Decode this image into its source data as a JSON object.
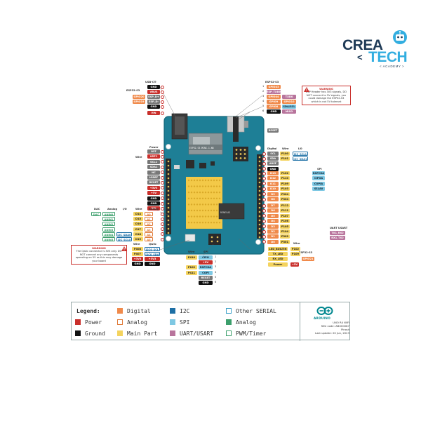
{
  "brand": {
    "line1": "CREA",
    "line2": "TECH",
    "sub": "< ACADEMY >",
    "colors": {
      "text": "#1f3b57",
      "accent": "#33aee0"
    },
    "mascot_icon": "robot-icon"
  },
  "board": {
    "module_label": "ESP32-S3-MINI-1-N8",
    "chip_label": "RENESAS",
    "colors": {
      "pcb": "#1e7f96",
      "edge": "#15677a",
      "matrix": "#f3c948"
    }
  },
  "left_top": {
    "usbc_header": "USB-C®",
    "esp32_header": "ESP32-S3",
    "power_header": "Power",
    "wire_header": "Wire",
    "pins": [
      {
        "t": "GND",
        "c": "black"
      },
      {
        "t": "VBUS",
        "c": "red"
      },
      {
        "t": "ESP_D+",
        "c": "gray"
      },
      {
        "t": "ESP_D-",
        "c": "gray"
      },
      {
        "t": "GND",
        "c": "black"
      },
      {
        "t": "VIN",
        "c": "red"
      }
    ],
    "esp_tags": [
      {
        "t": "GPIO20",
        "c": "orange"
      },
      {
        "t": "GPIO19",
        "c": "orange"
      }
    ],
    "power_pins": [
      {
        "t": "OFF",
        "c": "gray"
      },
      {
        "t": "VRTC",
        "c": "red"
      },
      {
        "t": "SCL1",
        "c": "gray"
      },
      {
        "t": "SDA1",
        "c": "gray"
      },
      {
        "t": "NC",
        "c": "gray"
      },
      {
        "t": "IOREF",
        "c": "gray"
      },
      {
        "t": "RESET",
        "c": "gray"
      },
      {
        "t": "+3V3",
        "c": "red"
      },
      {
        "t": "+5V",
        "c": "red"
      },
      {
        "t": "GND",
        "c": "black"
      },
      {
        "t": "GND",
        "c": "black"
      },
      {
        "t": "VIN",
        "c": "red"
      }
    ]
  },
  "analog": {
    "headers": [
      "DAC",
      "Analog",
      "I/O",
      "Wire",
      "Analog"
    ],
    "rows": [
      {
        "dac": "DAC",
        "an": "ANIN0",
        "io": "D14",
        "wire": "",
        "a": "A0"
      },
      {
        "dac": "",
        "an": "ANIN1",
        "io": "D15",
        "wire": "",
        "a": "A1"
      },
      {
        "dac": "",
        "an": "ANIN2",
        "io": "D16",
        "wire": "",
        "a": "A2"
      },
      {
        "dac": "",
        "an": "ANIN3",
        "io": "D17",
        "wire": "",
        "a": "A3"
      },
      {
        "dac": "",
        "an": "ANIN4",
        "io": "D18",
        "wire": "I2C_SDA0",
        "a": "A4"
      },
      {
        "dac": "",
        "an": "ANIN5",
        "io": "D19",
        "wire": "I2C_SCL0",
        "a": "A5"
      }
    ]
  },
  "left_warning": {
    "title": "WARNING",
    "text": "The Qwiic connector is 3V3 only. DO NOT connect any components operating on 5V as this may damage your board"
  },
  "qwiic": {
    "headers": [
      "Wire",
      "Qwiic"
    ],
    "pins": [
      {
        "w": "P408",
        "q": "I2C0_SCL"
      },
      {
        "w": "P407",
        "q": "I2C0_SDA"
      },
      {
        "w": "+3V3",
        "q": "+3V3"
      },
      {
        "w": "GND",
        "q": "GND"
      }
    ]
  },
  "icsp": {
    "headers": [
      "Wire",
      "SPI"
    ],
    "rows": [
      {
        "w": "P410",
        "s": "CIPO",
        "n": "1"
      },
      {
        "w": "",
        "s": "+5V",
        "n": "2"
      },
      {
        "w": "P102",
        "s": "RSPCKA",
        "n": "3"
      },
      {
        "w": "P411",
        "s": "COPI",
        "n": "4"
      },
      {
        "w": "",
        "s": "RESET",
        "n": "5"
      },
      {
        "w": "",
        "s": "GND",
        "n": "6"
      }
    ]
  },
  "right_top": {
    "header": "ESP32-S3",
    "pins": [
      {
        "n": "1",
        "t": "GPIO43",
        "c": "orange"
      },
      {
        "n": "2",
        "t": "ESP_TXD0",
        "c": "purple"
      },
      {
        "n": "3",
        "t": "GPIO44",
        "c": "orange"
      },
      {
        "n": "4",
        "t": "GPIO9",
        "c": "orange"
      },
      {
        "n": "5",
        "t": "GPIO8",
        "c": "orange"
      },
      {
        "n": "6",
        "t": "GND",
        "c": "black"
      }
    ],
    "side_tags": [
      {
        "t": "TXD0",
        "c": "purple"
      },
      {
        "t": "GPIO10",
        "c": "orange"
      },
      {
        "t": "SDA/SCL",
        "c": "lightblue"
      },
      {
        "t": "MISO",
        "c": "purple"
      }
    ]
  },
  "right_warning": {
    "title": "WARNING",
    "text": "ESP Header has 3V3 signals, DO NOT connect to 5V signals, you could damage the ESP32-S3 which is not 5V tolerant"
  },
  "reset_label": "RESET",
  "digital": {
    "headers": [
      "Digital",
      "Wire",
      "I/O"
    ],
    "top_pins": [
      {
        "t": "SCL",
        "c": "gray",
        "w": "P100",
        "i": "I2C_SCL1"
      },
      {
        "t": "SDA",
        "c": "gray",
        "w": "P101",
        "i": "I2C_SDA1"
      },
      {
        "t": "AREF",
        "c": "gray",
        "w": "",
        "i": ""
      },
      {
        "t": "GND",
        "c": "black",
        "w": "",
        "i": ""
      }
    ],
    "spi_header": "SPI",
    "spi_pins": [
      {
        "d": "D13",
        "p": "P102",
        "s": "RSPCKA"
      },
      {
        "d": "D12",
        "p": "P110",
        "s": "CIPOA"
      },
      {
        "d": "D11",
        "p": "P109",
        "s": "COPIA"
      },
      {
        "d": "D10",
        "p": "P103",
        "s": "SSLA0"
      },
      {
        "d": "D9",
        "p": "P304",
        "s": ""
      },
      {
        "d": "D8",
        "p": "P304",
        "s": ""
      }
    ],
    "low_pins": [
      {
        "d": "D7",
        "p": "P112"
      },
      {
        "d": "D6",
        "p": "P111"
      },
      {
        "d": "D5",
        "p": "P107"
      },
      {
        "d": "D4",
        "p": "P106"
      },
      {
        "d": "D3",
        "p": "P105"
      },
      {
        "d": "D2",
        "p": "P104"
      },
      {
        "d": "D1",
        "p": "P302"
      },
      {
        "d": "D0",
        "p": "P301"
      }
    ],
    "uart_header": "UART USART",
    "uart_tags": [
      "TX1_RX2",
      "RX1_TX2"
    ]
  },
  "bottom_right": {
    "headers": [
      "Wire",
      "ESP32-S3"
    ],
    "rows": [
      {
        "l": "LED_BUILTIN",
        "c": "yellow",
        "p": "P102",
        "e": ""
      },
      {
        "l": "TX_LED",
        "c": "yellow",
        "p": "P109",
        "e": ""
      },
      {
        "l": "RX_LED",
        "c": "yellow",
        "p": "",
        "e": "GPIO21"
      },
      {
        "l": "Power",
        "c": "yellow",
        "p": "",
        "e": "+5V"
      }
    ]
  },
  "legend": {
    "title": "Legend:",
    "items": [
      {
        "label": "Digital",
        "color": "#f08a4b",
        "outline": false
      },
      {
        "label": "I2C",
        "color": "#1d6fa5",
        "outline": false
      },
      {
        "label": "Other SERIAL",
        "color": "#3ba0c8",
        "outline": true
      },
      {
        "label": "Power",
        "color": "#c9302c",
        "outline": false
      },
      {
        "label": "Analog",
        "color": "#e07b39",
        "outline": true
      },
      {
        "label": "SPI",
        "color": "#7ec8e3",
        "outline": false
      },
      {
        "label": "Analog",
        "color": "#3c9f6c",
        "outline": false
      },
      {
        "label": "Ground",
        "color": "#111111",
        "outline": false
      },
      {
        "label": "Main Part",
        "color": "#f4d35e",
        "outline": false
      },
      {
        "label": "UART/USART",
        "color": "#b8749c",
        "outline": false
      },
      {
        "label": "PWM/Timer",
        "color": "#3c9f6c",
        "outline": true
      }
    ],
    "logo_text": "ARDUINO",
    "logo_icon": "arduino-infinity-icon",
    "meta": [
      "UNO R4 WiFi",
      "SKU code: ABX00087",
      "Pinout",
      "Last update: 20 Jun, 2023"
    ]
  }
}
